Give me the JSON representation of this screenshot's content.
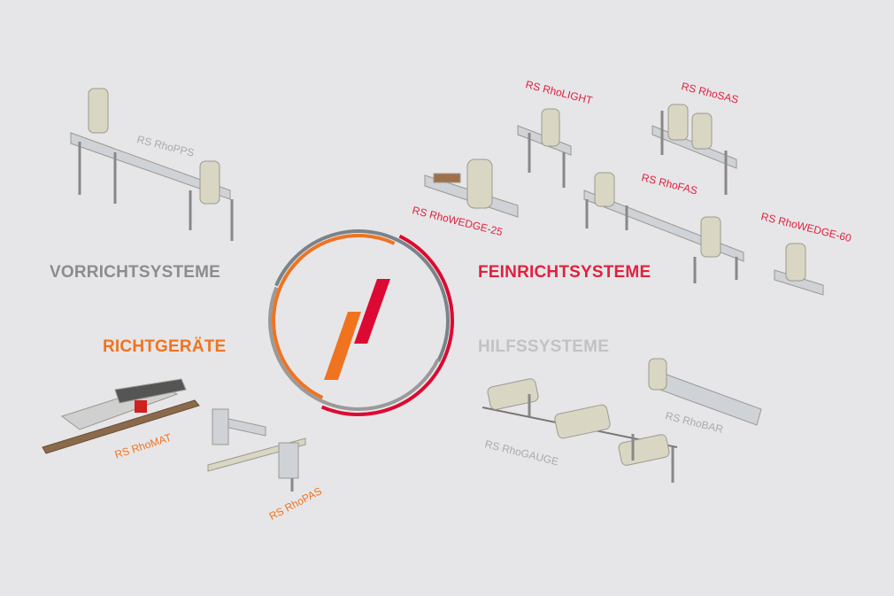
{
  "colors": {
    "red": "#dc0a32",
    "orange": "#f07320",
    "dark_gray": "#7b838a",
    "light_gray": "#9a9a9a",
    "background": "#e6e6e8"
  },
  "categories": {
    "vorricht": "VORRICHTSYSTEME",
    "richtgeraete": "RICHTGERÄTE",
    "feinricht": "FEINRICHTSYSTEME",
    "hilfs": "HILFSSYSTEME"
  },
  "products": {
    "rhopps": "RS RhoPPS",
    "rholight": "RS RhoLIGHT",
    "rhosas": "RS RhoSAS",
    "rhofas": "RS RhoFAS",
    "rhowedge25": "RS RhoWEDGE-25",
    "rhowedge60": "RS RhoWEDGE-60",
    "rhomat": "RS RhoMAT",
    "rhopas": "RS RhoPAS",
    "rhogauge": "RS RhoGAUGE",
    "rhobar": "RS RhoBAR"
  }
}
